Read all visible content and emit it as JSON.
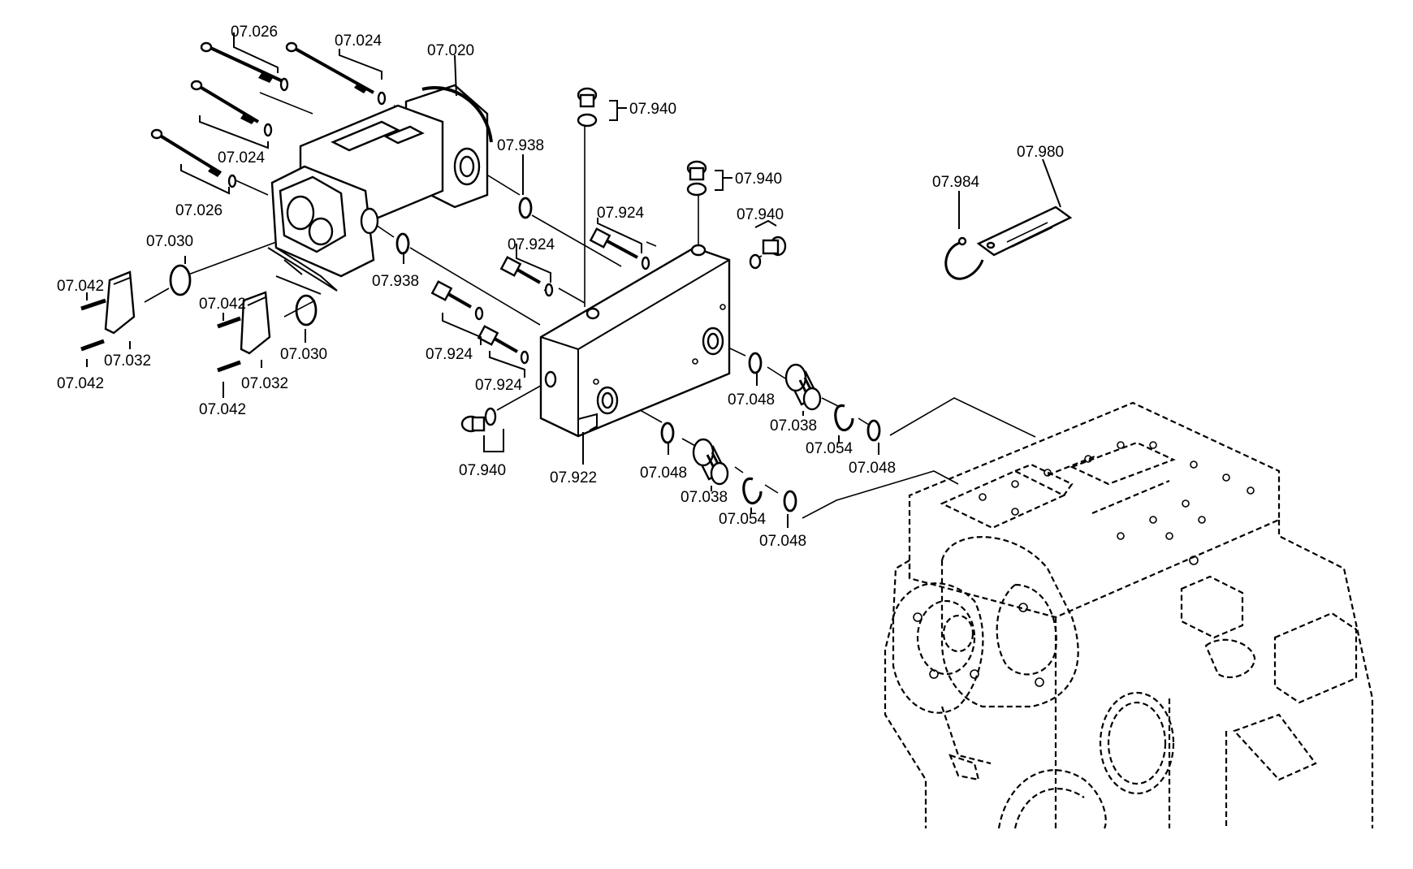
{
  "labels": {
    "p07026a": "07.026",
    "p07024a": "07.024",
    "p07020": "07.020",
    "p07940a": "07.940",
    "p07024b": "07.024",
    "p07938a": "07.938",
    "p07026b": "07.026",
    "p07940b": "07.940",
    "p07980": "07.980",
    "p07984": "07.984",
    "p07924a": "07.924",
    "p07940c": "07.940",
    "p07030a": "07.030",
    "p07924b": "07.924",
    "p07938b": "07.938",
    "p07042a": "07.042",
    "p07042b": "07.042",
    "p07032a": "07.032",
    "p07030b": "07.030",
    "p07924c": "07.924",
    "p07042c": "07.042",
    "p07032b": "07.032",
    "p07042d": "07.042",
    "p07924d": "07.924",
    "p07048a": "07.048",
    "p07038a": "07.038",
    "p07054a": "07.054",
    "p07048b": "07.048",
    "p07940d": "07.940",
    "p07922": "07.922",
    "p07048c": "07.048",
    "p07038b": "07.038",
    "p07054b": "07.054",
    "p07048d": "07.048"
  }
}
